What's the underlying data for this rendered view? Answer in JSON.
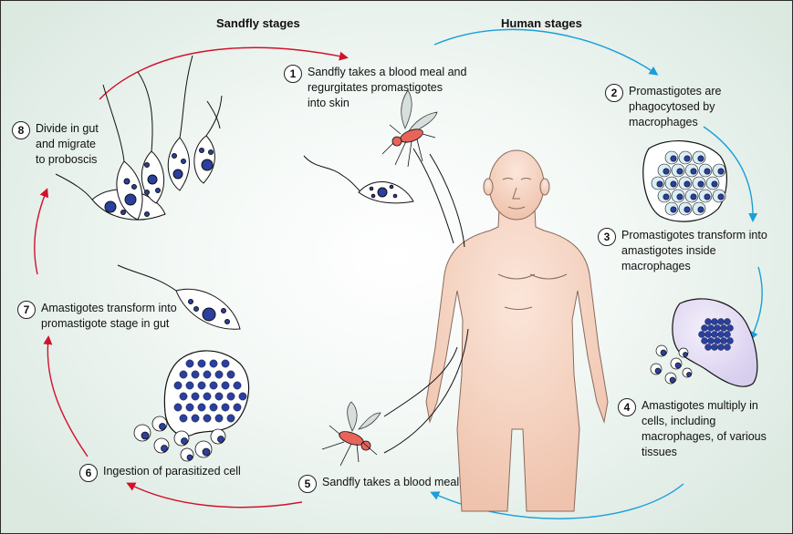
{
  "headers": {
    "sandfly": "Sandfly stages",
    "human": "Human stages"
  },
  "steps": [
    {
      "n": "1",
      "text": "Sandfly takes a blood meal and\nregurgitates promastigotes\ninto skin"
    },
    {
      "n": "2",
      "text": "Promastigotes are\nphagocytosed by\nmacrophages"
    },
    {
      "n": "3",
      "text": "Promastigotes transform into\namastigotes inside\nmacrophages"
    },
    {
      "n": "4",
      "text": "Amastigotes multiply in\ncells, including\nmacrophages, of various\ntissues"
    },
    {
      "n": "5",
      "text": "Sandfly takes a blood meal"
    },
    {
      "n": "6",
      "text": "Ingestion of parasitized cell"
    },
    {
      "n": "7",
      "text": "Amastigotes transform into\npromastigote stage in gut"
    },
    {
      "n": "8",
      "text": "Divide in gut\nand migrate\nto proboscis"
    }
  ],
  "colors": {
    "sandfly_arrow": "#d0122c",
    "human_arrow": "#1a9fd9",
    "nucleus": "#2a3f9e",
    "fly_body": "#e8645a",
    "skin": "#f6d3c2"
  }
}
